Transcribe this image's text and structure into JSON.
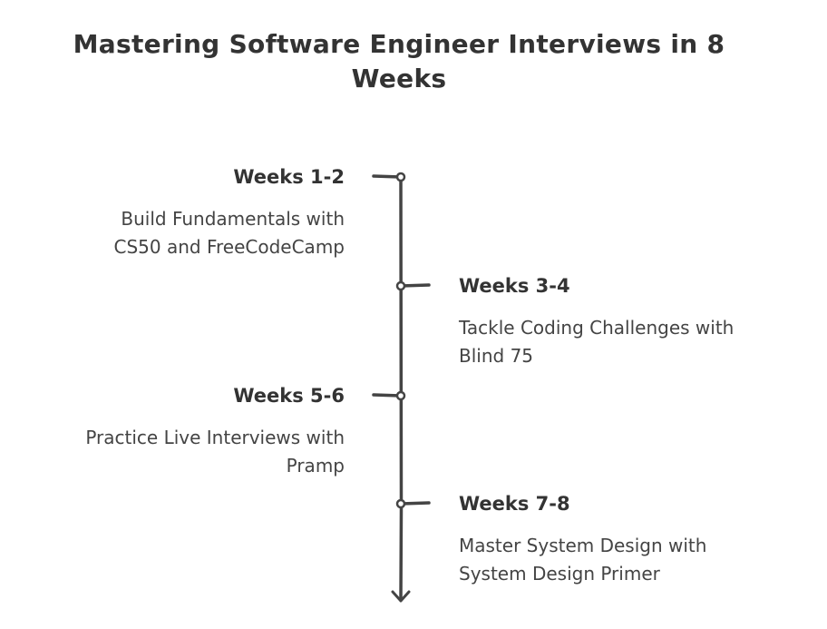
{
  "title": "Mastering Software Engineer Interviews in 8 Weeks",
  "colors": {
    "line": "#444444",
    "text": "#333333",
    "background": "#ffffff"
  },
  "milestones": [
    {
      "period": "Weeks 1-2",
      "description_lines": [
        "Build Fundamentals with",
        "CS50 and FreeCodeCamp"
      ],
      "side": "left"
    },
    {
      "period": "Weeks 3-4",
      "description_lines": [
        "Tackle Coding Challenges with",
        "Blind 75"
      ],
      "side": "right"
    },
    {
      "period": "Weeks 5-6",
      "description_lines": [
        "Practice Live Interviews with",
        "Pramp"
      ],
      "side": "left"
    },
    {
      "period": "Weeks 7-8",
      "description_lines": [
        "Master System Design with",
        "System Design Primer"
      ],
      "side": "right"
    }
  ]
}
